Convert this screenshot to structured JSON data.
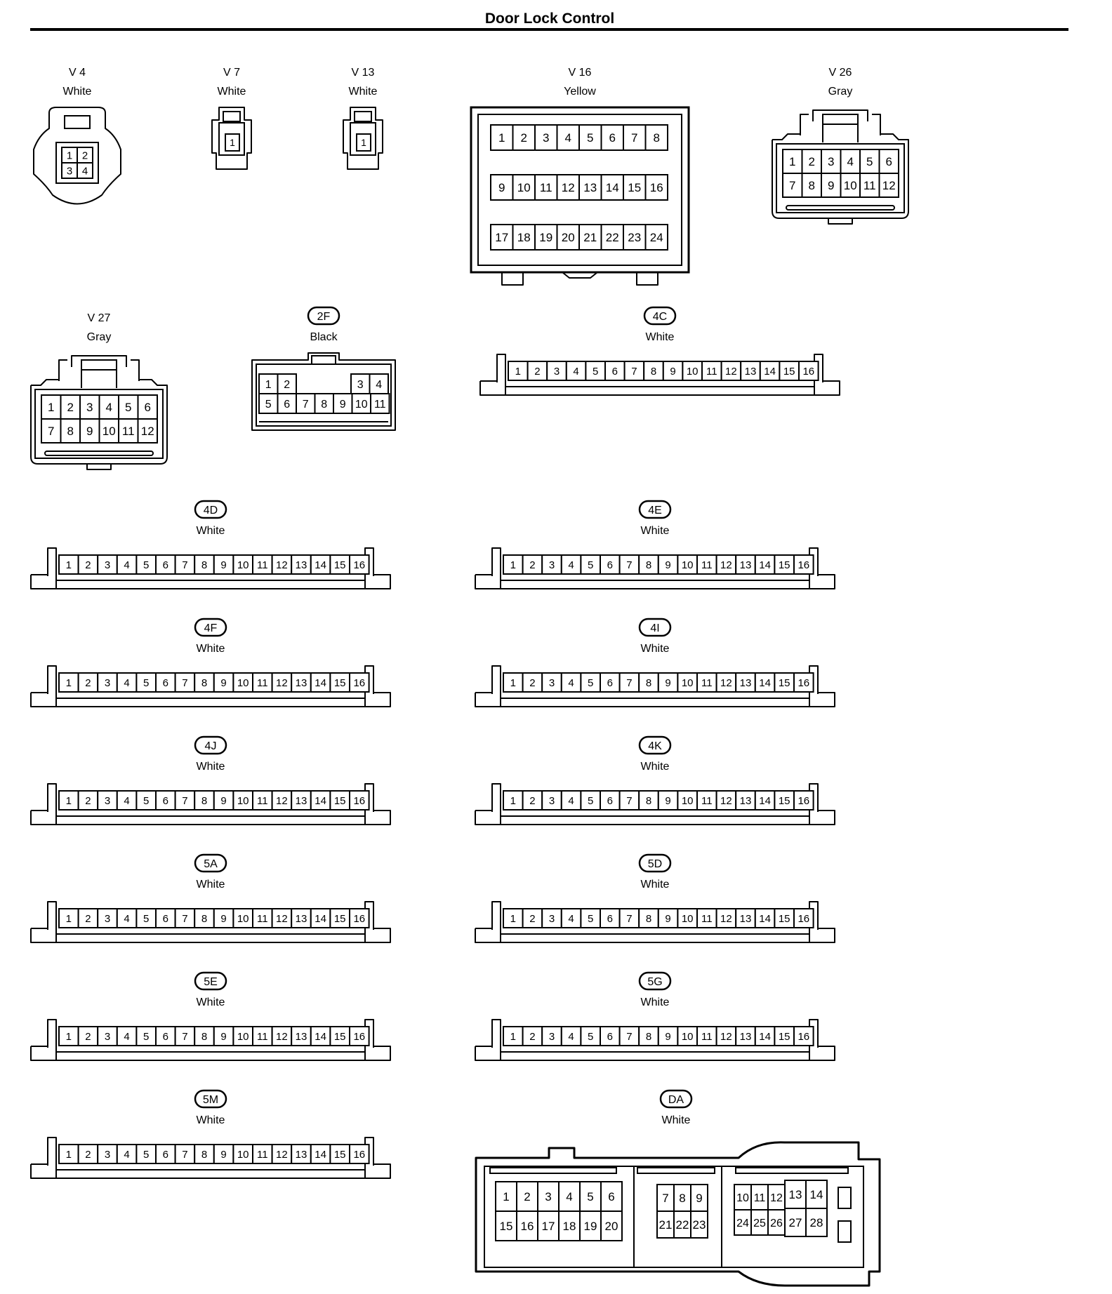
{
  "title": "Door Lock Control",
  "connectors": [
    {
      "id": "V4",
      "code": "V 4",
      "color": "White",
      "badge": false,
      "type": "v4",
      "pins": [
        1,
        2,
        3,
        4
      ]
    },
    {
      "id": "V7",
      "code": "V 7",
      "color": "White",
      "badge": false,
      "type": "v7",
      "pins": [
        1
      ]
    },
    {
      "id": "V13",
      "code": "V 13",
      "color": "White",
      "badge": false,
      "type": "v7",
      "pins": [
        1
      ]
    },
    {
      "id": "V16",
      "code": "V 16",
      "color": "Yellow",
      "badge": false,
      "type": "v16",
      "pins": [
        1,
        2,
        3,
        4,
        5,
        6,
        7,
        8,
        9,
        10,
        11,
        12,
        13,
        14,
        15,
        16,
        17,
        18,
        19,
        20,
        21,
        22,
        23,
        24
      ]
    },
    {
      "id": "V26",
      "code": "V 26",
      "color": "Gray",
      "badge": false,
      "type": "v26",
      "pins": [
        1,
        2,
        3,
        4,
        5,
        6,
        7,
        8,
        9,
        10,
        11,
        12
      ]
    },
    {
      "id": "V27",
      "code": "V 27",
      "color": "Gray",
      "badge": false,
      "type": "v26",
      "pins": [
        1,
        2,
        3,
        4,
        5,
        6,
        7,
        8,
        9,
        10,
        11,
        12
      ]
    },
    {
      "id": "2F",
      "code": "2F",
      "color": "Black",
      "badge": true,
      "type": "2f",
      "pins": [
        1,
        2,
        3,
        4,
        5,
        6,
        7,
        8,
        9,
        10,
        11
      ]
    },
    {
      "id": "4C",
      "code": "4C",
      "color": "White",
      "badge": true,
      "type": "strip16",
      "pins": [
        1,
        2,
        3,
        4,
        5,
        6,
        7,
        8,
        9,
        10,
        11,
        12,
        13,
        14,
        15,
        16
      ]
    },
    {
      "id": "4D",
      "code": "4D",
      "color": "White",
      "badge": true,
      "type": "strip16",
      "pins": [
        1,
        2,
        3,
        4,
        5,
        6,
        7,
        8,
        9,
        10,
        11,
        12,
        13,
        14,
        15,
        16
      ]
    },
    {
      "id": "4E",
      "code": "4E",
      "color": "White",
      "badge": true,
      "type": "strip16",
      "pins": [
        1,
        2,
        3,
        4,
        5,
        6,
        7,
        8,
        9,
        10,
        11,
        12,
        13,
        14,
        15,
        16
      ]
    },
    {
      "id": "4F",
      "code": "4F",
      "color": "White",
      "badge": true,
      "type": "strip16",
      "pins": [
        1,
        2,
        3,
        4,
        5,
        6,
        7,
        8,
        9,
        10,
        11,
        12,
        13,
        14,
        15,
        16
      ]
    },
    {
      "id": "4I",
      "code": "4I",
      "color": "White",
      "badge": true,
      "type": "strip16",
      "pins": [
        1,
        2,
        3,
        4,
        5,
        6,
        7,
        8,
        9,
        10,
        11,
        12,
        13,
        14,
        15,
        16
      ]
    },
    {
      "id": "4J",
      "code": "4J",
      "color": "White",
      "badge": true,
      "type": "strip16",
      "pins": [
        1,
        2,
        3,
        4,
        5,
        6,
        7,
        8,
        9,
        10,
        11,
        12,
        13,
        14,
        15,
        16
      ]
    },
    {
      "id": "4K",
      "code": "4K",
      "color": "White",
      "badge": true,
      "type": "strip16",
      "pins": [
        1,
        2,
        3,
        4,
        5,
        6,
        7,
        8,
        9,
        10,
        11,
        12,
        13,
        14,
        15,
        16
      ]
    },
    {
      "id": "5A",
      "code": "5A",
      "color": "White",
      "badge": true,
      "type": "strip16",
      "pins": [
        1,
        2,
        3,
        4,
        5,
        6,
        7,
        8,
        9,
        10,
        11,
        12,
        13,
        14,
        15,
        16
      ]
    },
    {
      "id": "5D",
      "code": "5D",
      "color": "White",
      "badge": true,
      "type": "strip16",
      "pins": [
        1,
        2,
        3,
        4,
        5,
        6,
        7,
        8,
        9,
        10,
        11,
        12,
        13,
        14,
        15,
        16
      ]
    },
    {
      "id": "5E",
      "code": "5E",
      "color": "White",
      "badge": true,
      "type": "strip16",
      "pins": [
        1,
        2,
        3,
        4,
        5,
        6,
        7,
        8,
        9,
        10,
        11,
        12,
        13,
        14,
        15,
        16
      ]
    },
    {
      "id": "5G",
      "code": "5G",
      "color": "White",
      "badge": true,
      "type": "strip16",
      "pins": [
        1,
        2,
        3,
        4,
        5,
        6,
        7,
        8,
        9,
        10,
        11,
        12,
        13,
        14,
        15,
        16
      ]
    },
    {
      "id": "5M",
      "code": "5M",
      "color": "White",
      "badge": true,
      "type": "strip16",
      "pins": [
        1,
        2,
        3,
        4,
        5,
        6,
        7,
        8,
        9,
        10,
        11,
        12,
        13,
        14,
        15,
        16
      ]
    },
    {
      "id": "DA",
      "code": "DA",
      "color": "White",
      "badge": true,
      "type": "da",
      "pins": [
        1,
        2,
        3,
        4,
        5,
        6,
        7,
        8,
        9,
        10,
        11,
        12,
        13,
        14,
        15,
        16,
        17,
        18,
        19,
        20,
        21,
        22,
        23,
        24,
        25,
        26,
        27,
        28
      ]
    }
  ]
}
